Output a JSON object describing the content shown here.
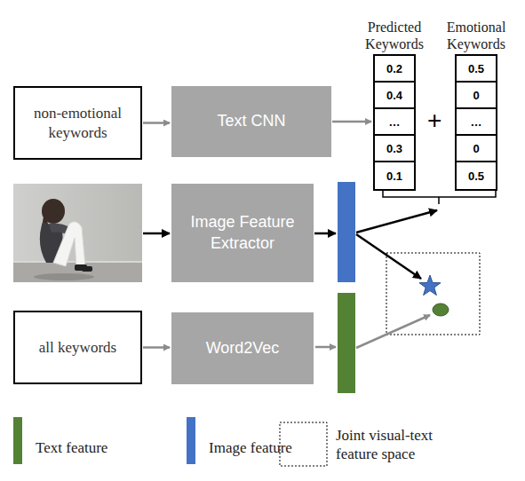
{
  "diagram": {
    "nodes": [
      {
        "text": [
          "non-emotional keywords"
        ]
      },
      {
        "text": [
          "Text CNN"
        ]
      },
      {
        "text": [
          "Predicted Keywords",
          "0.2",
          "0.4",
          "…",
          "0.3",
          "0.1"
        ]
      },
      {
        "text": [
          "Emotional Keywords",
          "0.5",
          "0",
          "…",
          "0",
          "0.5"
        ]
      },
      {
        "text": [
          "Image Feature Extractor"
        ]
      },
      {
        "text": [
          "all keywords"
        ]
      },
      {
        "text": [
          "Word2Vec"
        ]
      }
    ],
    "edges": [
      {
        "from": 0,
        "to": 1,
        "arrow": "to"
      },
      {
        "from": 1,
        "to": 2,
        "arrow": "to"
      },
      {
        "from": 5,
        "to": 6,
        "arrow": "to"
      }
    ],
    "labels": [
      "+"
    ],
    "legend": [
      {
        "text": "Text feature",
        "color": "#548235"
      },
      {
        "text": "Image feature",
        "color": "#4472c4"
      },
      {
        "text": "Joint visual-text feature space"
      }
    ]
  }
}
